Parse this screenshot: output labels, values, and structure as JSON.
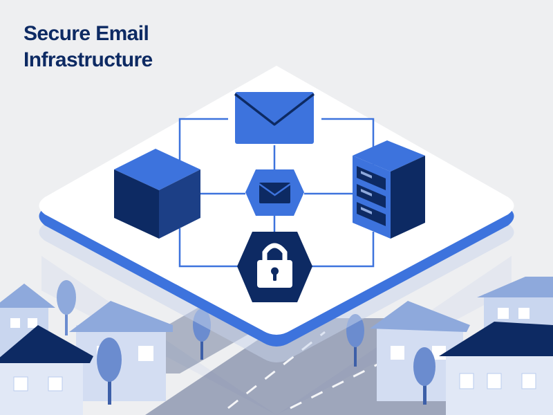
{
  "title": {
    "line1": "Secure Email",
    "line2": "Infrastructure"
  },
  "colors": {
    "background": "#eeeff1",
    "navy": "#0d2a63",
    "accent_blue": "#3d73dd",
    "light_blue": "#b9cbee",
    "mid_blue": "#8ea9dc",
    "platform": "#ffffff",
    "road": "#5c6a8e"
  },
  "diagram": {
    "center_node_icon": "envelope-icon",
    "nodes": [
      {
        "id": "email",
        "icon": "mail-envelope-icon"
      },
      {
        "id": "storage",
        "icon": "cube-icon"
      },
      {
        "id": "server",
        "icon": "server-rack-icon"
      },
      {
        "id": "security",
        "icon": "padlock-icon"
      }
    ]
  }
}
